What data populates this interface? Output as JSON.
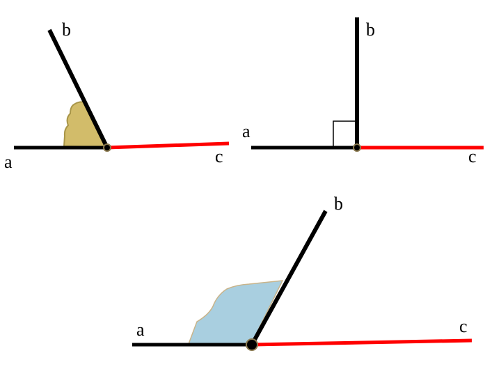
{
  "colors": {
    "background": "#ffffff",
    "ray_black": "#000000",
    "ray_red": "#ff0000",
    "acute_fill": "#d2bc6a",
    "acute_edge": "#a89548",
    "obtuse_fill": "#a9cfe0",
    "obtuse_edge": "#c9b48a",
    "vertex_ring": "#8a7a50"
  },
  "diagrams": {
    "acute": {
      "label_a": "a",
      "label_b": "b",
      "label_c": "c"
    },
    "right": {
      "label_a": "a",
      "label_b": "b",
      "label_c": "c"
    },
    "obtuse": {
      "label_a": "a",
      "label_b": "b",
      "label_c": "c"
    }
  }
}
